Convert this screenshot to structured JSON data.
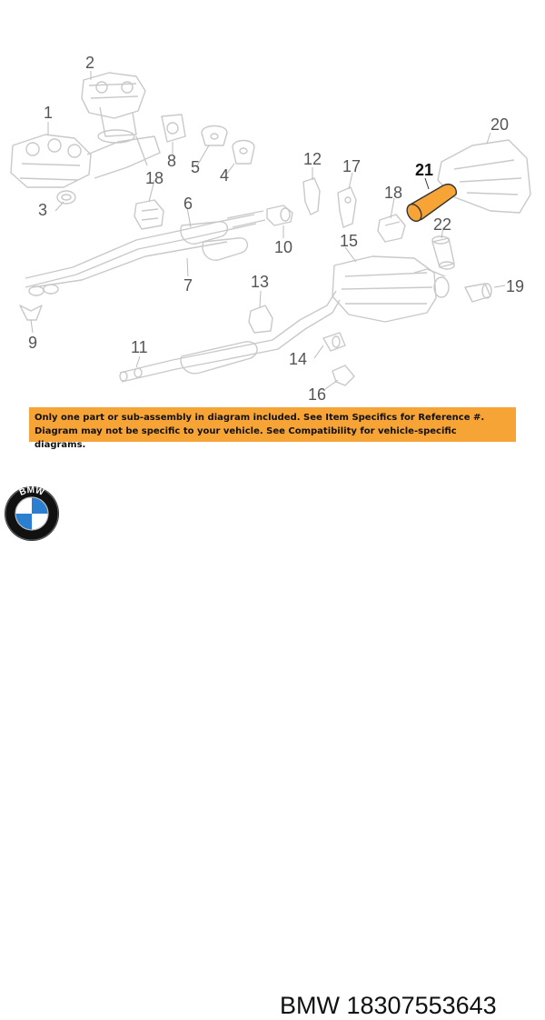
{
  "diagram": {
    "callouts": [
      "1",
      "2",
      "3",
      "4",
      "5",
      "6",
      "7",
      "8",
      "9",
      "10",
      "11",
      "12",
      "13",
      "14",
      "15",
      "16",
      "17",
      "18",
      "18",
      "19",
      "20",
      "21",
      "22"
    ],
    "highlighted_callout": "21",
    "highlight_color": "#f7a437"
  },
  "notice": {
    "line1": "Only one part or sub-assembly in diagram included. See Item Specifics for Reference #.",
    "line2": "Diagram may not be specific to your vehicle. See Compatibility for vehicle-specific diagrams.",
    "background": "#f7a437"
  },
  "brand": {
    "logo_letters": "BMW",
    "name": "BMW",
    "part_number": "18307553643",
    "logo_colors": {
      "ring": "#111111",
      "blue": "#2a7fd0",
      "white": "#ffffff"
    }
  }
}
